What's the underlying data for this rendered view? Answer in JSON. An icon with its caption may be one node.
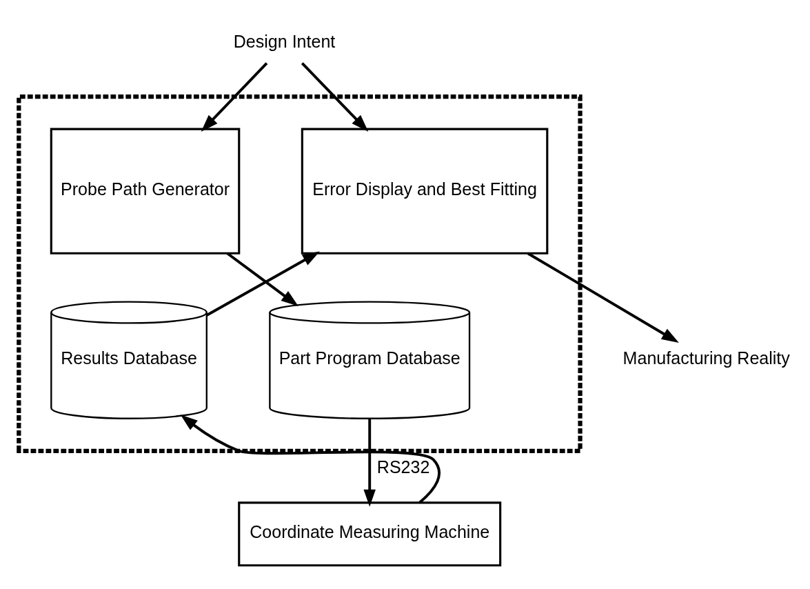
{
  "diagram": {
    "nodes": [
      {
        "text": [
          "Design Intent"
        ]
      },
      {
        "text": [],
        "shape": "box"
      },
      {
        "text": [
          "Probe Path Generator"
        ],
        "in": 1
      },
      {
        "text": [
          "Error Display and Best Fitting"
        ],
        "in": 1
      },
      {
        "text": [
          "Part Program Database"
        ],
        "in": 1
      },
      {
        "text": [
          "Results Database"
        ],
        "in": 1
      },
      {
        "text": [
          "Manufacturing Reality"
        ]
      },
      {
        "text": [
          "Coordinate Measuring Machine"
        ]
      }
    ],
    "edges": [
      {
        "from": 0,
        "to": 2,
        "arrow": "to"
      },
      {
        "from": 0,
        "to": 3,
        "arrow": "to"
      },
      {
        "from": 2,
        "to": 4,
        "arrow": "to"
      },
      {
        "from": 5,
        "to": 3,
        "arrow": "to"
      },
      {
        "from": 3,
        "to": 6,
        "arrow": "to"
      },
      {
        "from": 4,
        "to": 7,
        "label": "RS232",
        "arrow": "to"
      },
      {
        "from": 7,
        "to": 5,
        "arrow": "to"
      }
    ]
  }
}
